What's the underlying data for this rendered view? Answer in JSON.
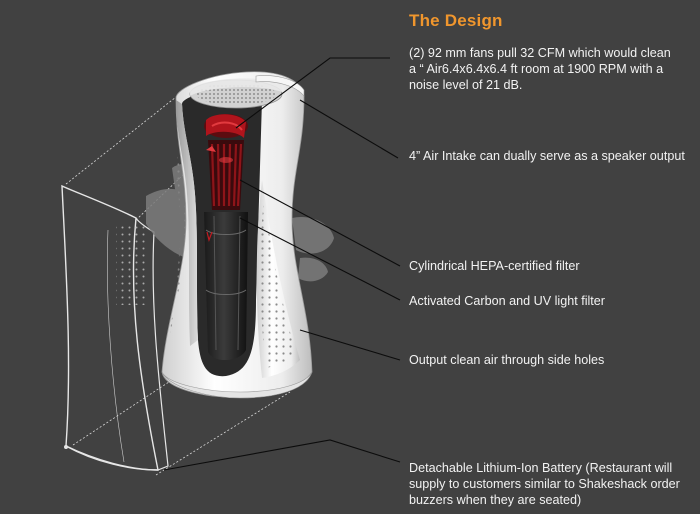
{
  "title": "The Design",
  "callouts": [
    {
      "text": "(2) 92 mm fans pull 32 CFM which would clean a “ Air6.4x6.4x6.4 ft room at 1900 RPM with a noise level of 21 dB."
    },
    {
      "text": "4” Air Intake can dually serve as a speaker output"
    },
    {
      "text": "Cylindrical HEPA-certified filter"
    },
    {
      "text": "Activated Carbon and UV light filter"
    },
    {
      "text": "Output clean air through side holes"
    },
    {
      "text": "Detachable Lithium-Ion Battery (Restaurant will supply to customers similar to Shakeshack order buzzers when they are seated)"
    }
  ],
  "colors": {
    "background": "#414141",
    "title": "#f0962d",
    "text": "#f2f2f2",
    "shell": "#f4f4f4",
    "filter_red": "#b0141c"
  }
}
